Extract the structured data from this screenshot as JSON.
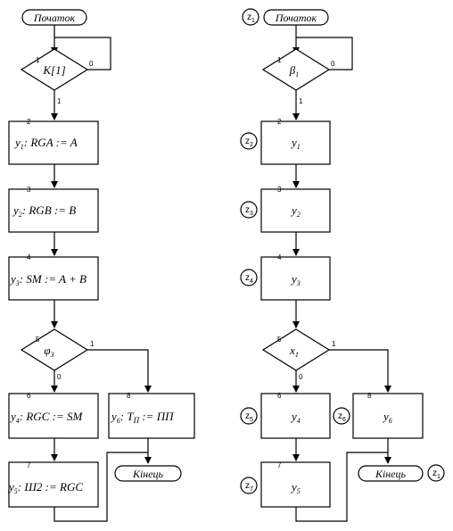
{
  "left": {
    "start": "Початок",
    "end": "Кінець",
    "cond1": "K[1]",
    "n1": "1",
    "n2": "2",
    "n3": "3",
    "n4": "4",
    "n5": "5",
    "n6": "6",
    "n7": "7",
    "n8": "8",
    "cond1_yes": "1",
    "cond1_no": "0",
    "op2": "y",
    "op2_sub": "1",
    "op2_rest": ": RGA := A",
    "op3": "y",
    "op3_sub": "2",
    "op3_rest": ": RGB := B",
    "op4": "y",
    "op4_sub": "3",
    "op4_rest": ": SM := A + B",
    "cond5": "φ",
    "cond5_sub": "3",
    "cond5_yes": "1",
    "cond5_no": "0",
    "op6": "y",
    "op6_sub": "4",
    "op6_rest": ": RGC := SM",
    "op7": "y",
    "op7_sub": "5",
    "op7_rest": ": Ш2 := RGC",
    "op8": "y",
    "op8_sub": "6",
    "op8_rest": ": T",
    "op8_tsub": "П",
    "op8_rest2": " := ПП"
  },
  "right": {
    "start": "Початок",
    "end": "Кінець",
    "cond1": "β",
    "cond1_sub": "1",
    "n1": "1",
    "n2": "2",
    "n3": "3",
    "n4": "4",
    "n5": "5",
    "n6": "6",
    "n7": "7",
    "n8": "8",
    "cond1_yes": "1",
    "cond1_no": "0",
    "op2": "y",
    "op2_sub": "1",
    "op3": "y",
    "op3_sub": "2",
    "op4": "y",
    "op4_sub": "3",
    "cond5": "x",
    "cond5_sub": "1",
    "cond5_yes": "1",
    "cond5_no": "0",
    "op6": "y",
    "op6_sub": "4",
    "op7": "y",
    "op7_sub": "5",
    "op8": "y",
    "op8_sub": "6",
    "states": [
      {
        "z": "z",
        "sub": "1"
      },
      {
        "z": "z",
        "sub": "2"
      },
      {
        "z": "z",
        "sub": "3"
      },
      {
        "z": "z",
        "sub": "4"
      },
      {
        "z": "z",
        "sub": "5"
      },
      {
        "z": "z",
        "sub": "6"
      },
      {
        "z": "z",
        "sub": "7"
      },
      {
        "z": "z",
        "sub": "1"
      }
    ]
  }
}
